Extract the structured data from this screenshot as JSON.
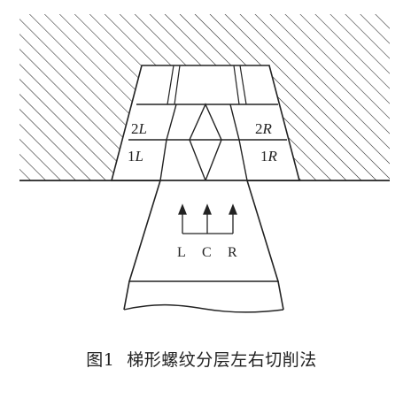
{
  "figure": {
    "labels": {
      "left_upper_num": "2",
      "left_upper_letter": "L",
      "right_upper_num": "2",
      "right_upper_letter": "R",
      "left_lower_num": "1",
      "left_lower_letter": "L",
      "right_lower_num": "1",
      "right_lower_letter": "R"
    },
    "arrows": [
      "L",
      "C",
      "R"
    ]
  },
  "caption": {
    "number": "图1",
    "title": "梯形螺纹分层左右切削法"
  },
  "colors": {
    "ink": "#222222",
    "background": "#ffffff"
  }
}
